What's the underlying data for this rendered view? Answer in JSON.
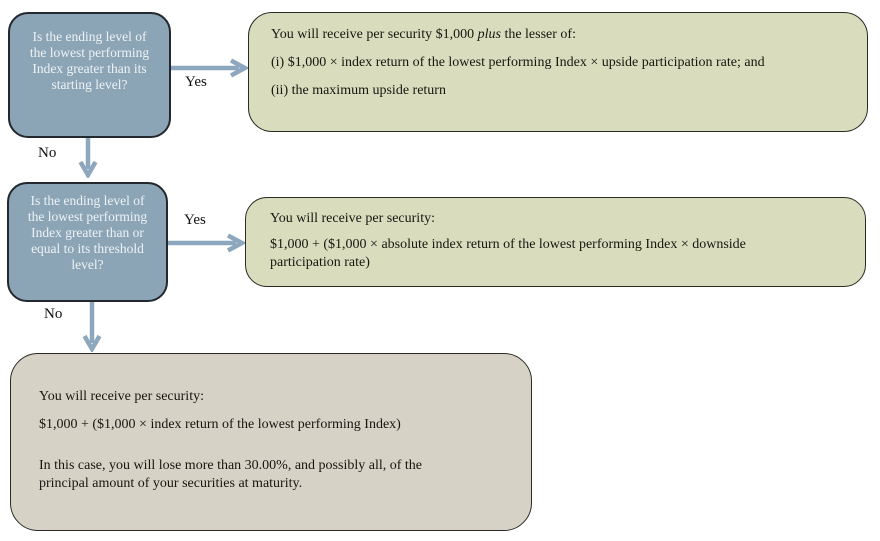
{
  "diagram": {
    "colors": {
      "decision_fill": "#8ba4b6",
      "decision_border": "#23282e",
      "decision_text": "#eef3f5",
      "outcome_olive_fill": "#dadcbe",
      "outcome_gray_fill": "#d6d2c6",
      "outcome_border": "#2b2b25",
      "outcome_text": "#16160f",
      "arrow": "#8da7be",
      "background": "#ffffff"
    },
    "decision1": {
      "text": "Is the ending level of the lowest performing Index greater than its starting level?",
      "lines": [
        "Is the ending level of",
        "the lowest performing",
        "Index greater than its",
        "starting level?"
      ]
    },
    "decision2": {
      "text": "Is the ending level of the lowest performing Index greater than or equal to its threshold level?",
      "lines": [
        "Is the ending level of",
        "the lowest performing",
        "Index greater than or",
        "equal to its threshold",
        "level?"
      ]
    },
    "edge_labels": {
      "yes1": "Yes",
      "no1": "No",
      "yes2": "Yes",
      "no2": "No"
    },
    "outcome1": {
      "p1_prefix": "You will receive per security $1,000 ",
      "p1_italic": "plus",
      "p1_suffix": " the lesser of:",
      "p2": "(i) $1,000 × index return of the lowest performing Index × upside participation rate; and",
      "p3": "(ii) the maximum upside return"
    },
    "outcome2": {
      "p1": "You will receive per security:",
      "p2_line1": "$1,000 + ($1,000 × absolute index return of the lowest performing Index × downside",
      "p2_line2": "participation rate)"
    },
    "outcome3": {
      "p1": "You will receive per security:",
      "p2": "$1,000 + ($1,000 × index return of the lowest performing Index)",
      "p3_line1": "In this case, you will lose more than 30.00%, and possibly all, of the",
      "p3_line2": "principal amount of your securities at maturity."
    }
  }
}
